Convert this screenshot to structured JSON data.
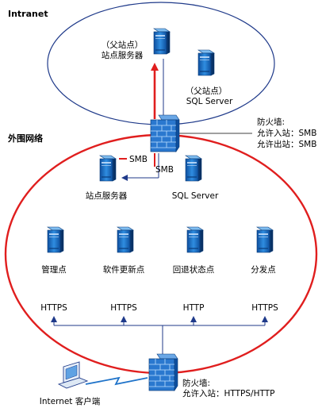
{
  "zones": {
    "intranet": "Intranet",
    "perimeter": "外围网络"
  },
  "intranet": {
    "parent_site_server_line1": "（父站点）",
    "parent_site_server_line2": "站点服务器",
    "parent_sql_line1": "（父站点）",
    "parent_sql_line2": "SQL Server"
  },
  "firewall_top": {
    "line1": "防火墙:",
    "line2": "允许入站：SMB",
    "line3": "允许出站：SMB"
  },
  "perimeter": {
    "smb_label_1": "SMB",
    "smb_label_2": "SMB",
    "site_server": "站点服务器",
    "sql_server": "SQL Server",
    "roles": [
      {
        "name": "管理点",
        "protocol": "HTTPS"
      },
      {
        "name": "软件更新点",
        "protocol": "HTTPS"
      },
      {
        "name": "回退状态点",
        "protocol": "HTTP"
      },
      {
        "name": "分发点",
        "protocol": "HTTPS"
      }
    ]
  },
  "firewall_bottom": {
    "line1": "防火墙:",
    "line2": "允许入站：HTTPS/HTTP"
  },
  "client": "Internet 客户端",
  "colors": {
    "ellipse_stroke_intranet": "#1f3a8a",
    "ellipse_stroke_perimeter": "#e01e1e",
    "arrow_blue": "#1f3a8a",
    "arrow_red": "#e01e1e",
    "server_blue": "#1f73c9",
    "firewall_blue": "#1c5fb0"
  }
}
